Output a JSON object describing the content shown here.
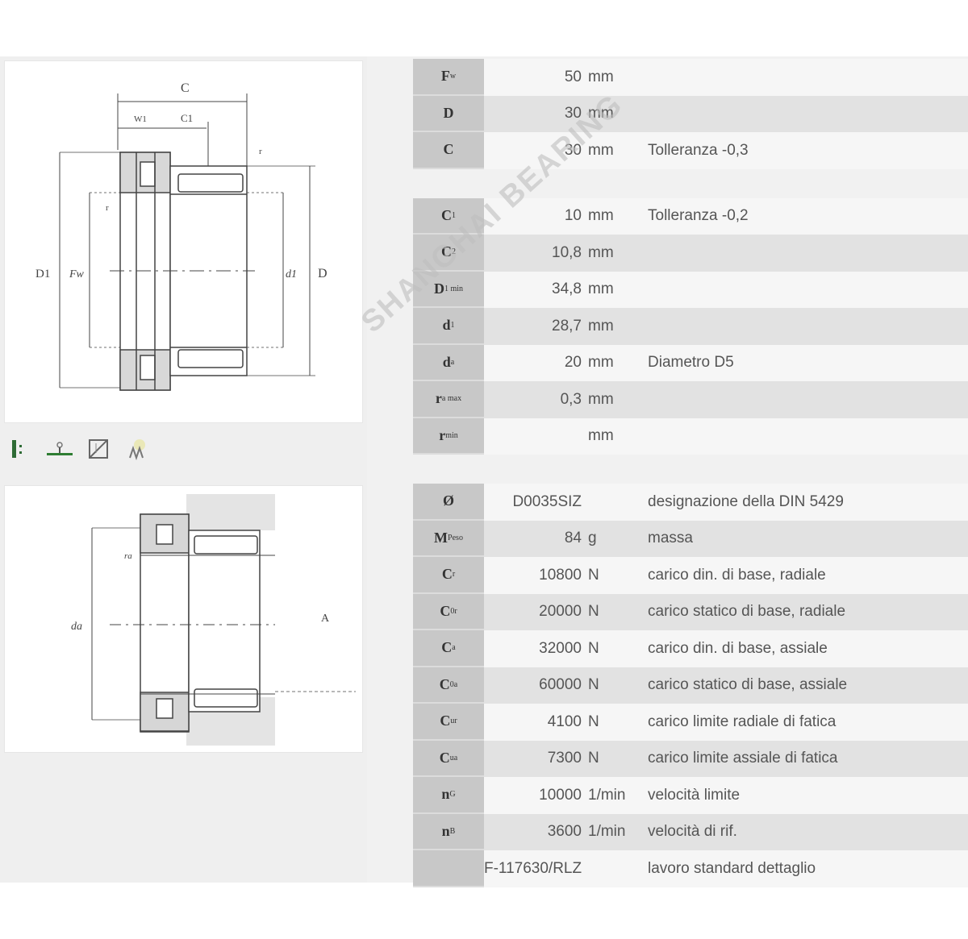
{
  "drawings": {
    "top": {
      "labels": {
        "width": "C",
        "inner_width": "W1",
        "offset": "C1",
        "outer_diameter": "D",
        "flange_diameter": "D1",
        "bore": "Fw",
        "inner_bore": "d1",
        "radius_top": "r",
        "radius_side": "r"
      }
    },
    "bottom": {
      "labels": {
        "shaft": "da",
        "radius": "ra",
        "axis": "A"
      }
    }
  },
  "icons": [
    {
      "name": "shaft-fit-icon",
      "glyph": "⊩",
      "color": "#2e7d32"
    },
    {
      "name": "mounting-icon",
      "glyph": "⊥",
      "color": "#2e7d32"
    },
    {
      "name": "drawing-icon",
      "glyph": "▧",
      "color": "#666666"
    },
    {
      "name": "cad-3d-icon",
      "glyph": "✳",
      "color": "#9a9a60"
    }
  ],
  "watermark": "SHANGHAI BEARING",
  "table": {
    "groups": [
      {
        "rows": [
          {
            "label": "F",
            "sub": "w",
            "value": "50",
            "unit": "mm",
            "desc": ""
          },
          {
            "label": "D",
            "sub": "",
            "value": "30",
            "unit": "mm",
            "desc": ""
          },
          {
            "label": "C",
            "sub": "",
            "value": "30",
            "unit": "mm",
            "desc": "Tolleranza  -0,3"
          }
        ]
      },
      {
        "rows": [
          {
            "label": "C",
            "sub": "1",
            "value": "10",
            "unit": "mm",
            "desc": "Tolleranza  -0,2"
          },
          {
            "label": "C",
            "sub": "2",
            "value": "10,8",
            "unit": "mm",
            "desc": ""
          },
          {
            "label": "D",
            "sub": "1 min",
            "value": "34,8",
            "unit": "mm",
            "desc": ""
          },
          {
            "label": "d",
            "sub": "1",
            "value": "28,7",
            "unit": "mm",
            "desc": ""
          },
          {
            "label": "d",
            "sub": "a",
            "value": "20",
            "unit": "mm",
            "desc": "Diametro  D5"
          },
          {
            "label": "r",
            "sub": "a max",
            "value": "0,3",
            "unit": "mm",
            "desc": ""
          },
          {
            "label": "r",
            "sub": "min",
            "value": "",
            "unit": "mm",
            "desc": ""
          }
        ]
      },
      {
        "rows": [
          {
            "label": "Ø",
            "sub": "",
            "value": "D0035SIZ",
            "unit": "",
            "desc": "designazione della DIN 5429"
          },
          {
            "label": "M",
            "sub": "Peso",
            "value": "84",
            "unit": "g",
            "desc": "massa"
          },
          {
            "label": "C",
            "sub": "r",
            "value": "10800",
            "unit": "N",
            "desc": "carico din. di base, radiale"
          },
          {
            "label": "C",
            "sub": "0r",
            "value": "20000",
            "unit": "N",
            "desc": "carico statico di base, radiale"
          },
          {
            "label": "C",
            "sub": "a",
            "value": "32000",
            "unit": "N",
            "desc": "carico din. di base, assiale"
          },
          {
            "label": "C",
            "sub": "0a",
            "value": "60000",
            "unit": "N",
            "desc": "carico statico di base, assiale"
          },
          {
            "label": "C",
            "sub": "ur",
            "value": "4100",
            "unit": "N",
            "desc": "carico limite radiale di fatica"
          },
          {
            "label": "C",
            "sub": "ua",
            "value": "7300",
            "unit": "N",
            "desc": "carico limite assiale di fatica"
          },
          {
            "label": "n",
            "sub": "G",
            "value": "10000",
            "unit": "1/min",
            "desc": "velocità limite"
          },
          {
            "label": "n",
            "sub": "B",
            "value": "3600",
            "unit": "1/min",
            "desc": "velocità di rif."
          },
          {
            "label": "",
            "sub": "",
            "value": "F-117630/RLZ",
            "unit": "",
            "desc": "lavoro standard dettaglio"
          }
        ]
      }
    ]
  }
}
